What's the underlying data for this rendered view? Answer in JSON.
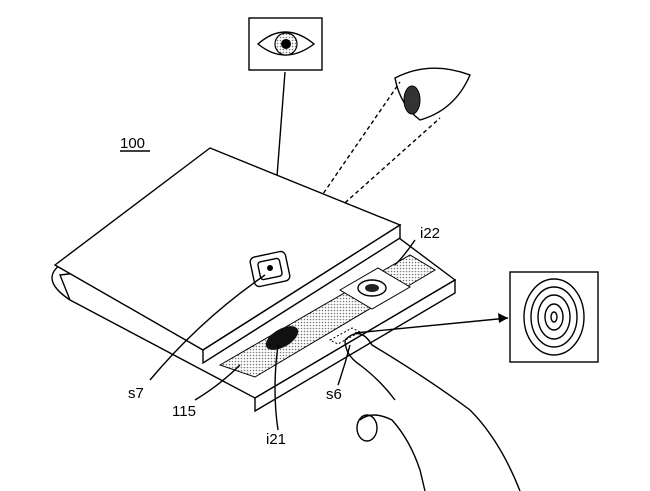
{
  "figure": {
    "labels": {
      "device": "100",
      "iris_region": "i22",
      "camera_sensor": "s7",
      "display_strip": "115",
      "fingerprint_region": "i21",
      "fingerprint_sensor": "s6"
    },
    "icons": [
      "eye-icon",
      "fingerprint-icon",
      "hand-icon",
      "foldable-device"
    ]
  }
}
